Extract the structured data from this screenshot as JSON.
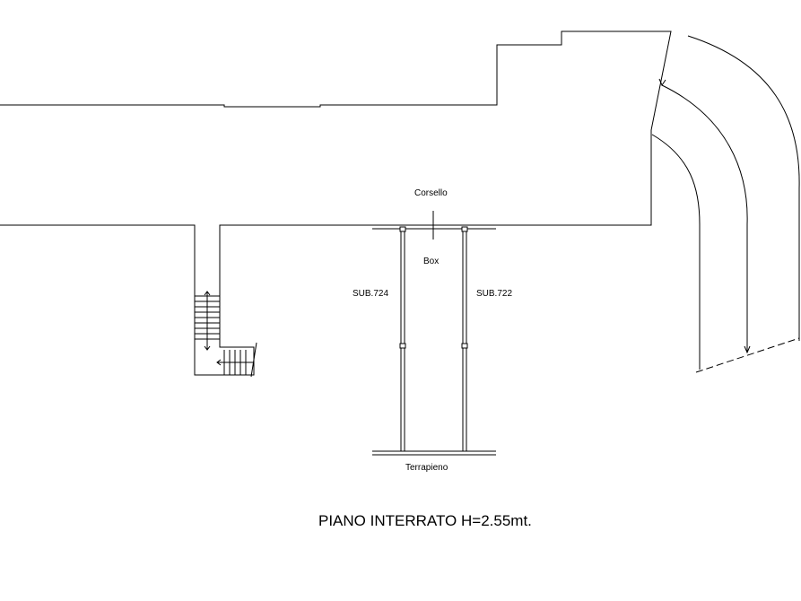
{
  "labels": {
    "corridor": "Corsello",
    "box": "Box",
    "sub_left": "SUB.724",
    "sub_right": "SUB.722",
    "embankment": "Terrapieno"
  },
  "caption": "PIANO INTERRATO H=2.55mt.",
  "colors": {
    "line": "#000000",
    "background": "#ffffff"
  }
}
